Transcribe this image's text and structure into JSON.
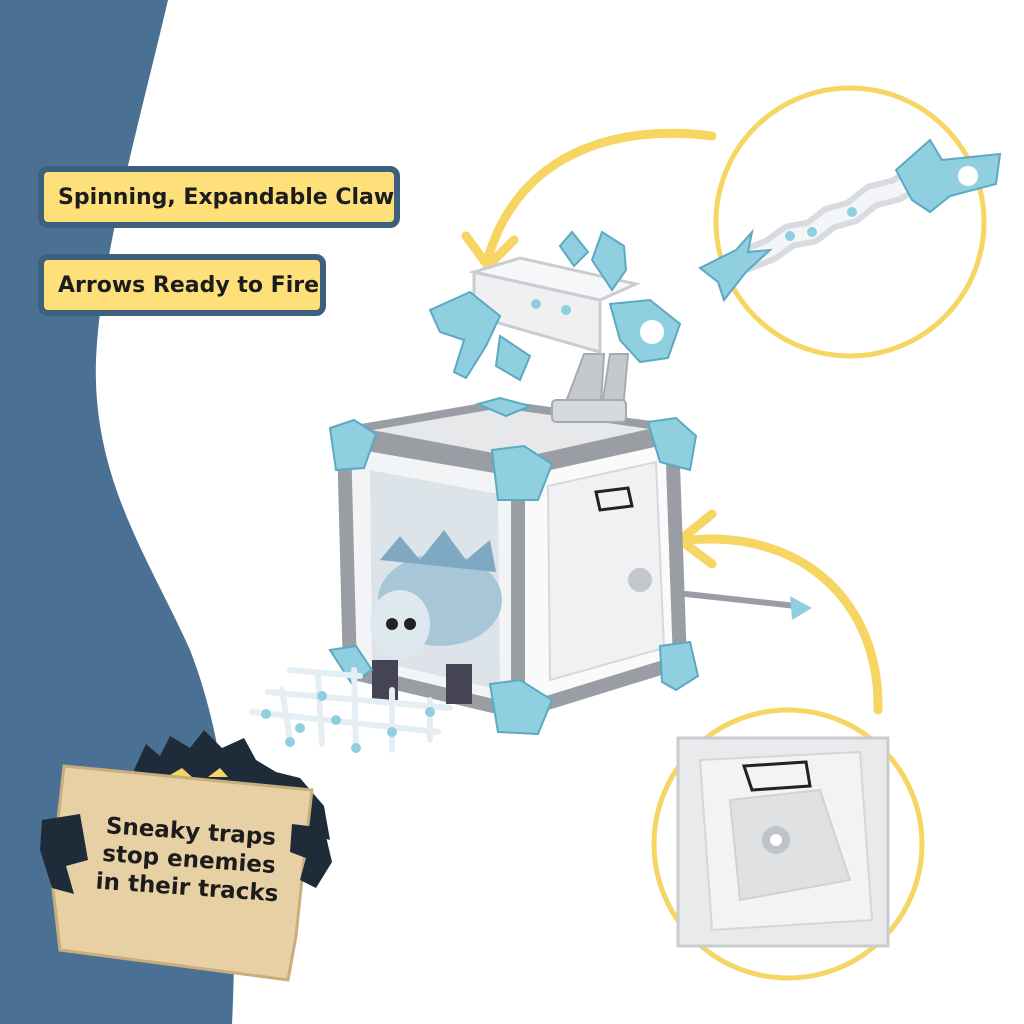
{
  "callouts": {
    "claw": "Spinning, Expandable Claw",
    "arrows": "Arrows Ready to Fire"
  },
  "scroll": {
    "lines": [
      "Sneaky traps",
      "stop enemies",
      "in their tracks"
    ]
  },
  "colors": {
    "panel_blue": "#4a7094",
    "pill_fill": "#fde07a",
    "pill_border": "#3f5f7f",
    "accent_yellow": "#f7d563",
    "ice_blue": "#8fcfe0",
    "frame_gray": "#9a9ea4",
    "parchment": "#e6d0a4"
  }
}
